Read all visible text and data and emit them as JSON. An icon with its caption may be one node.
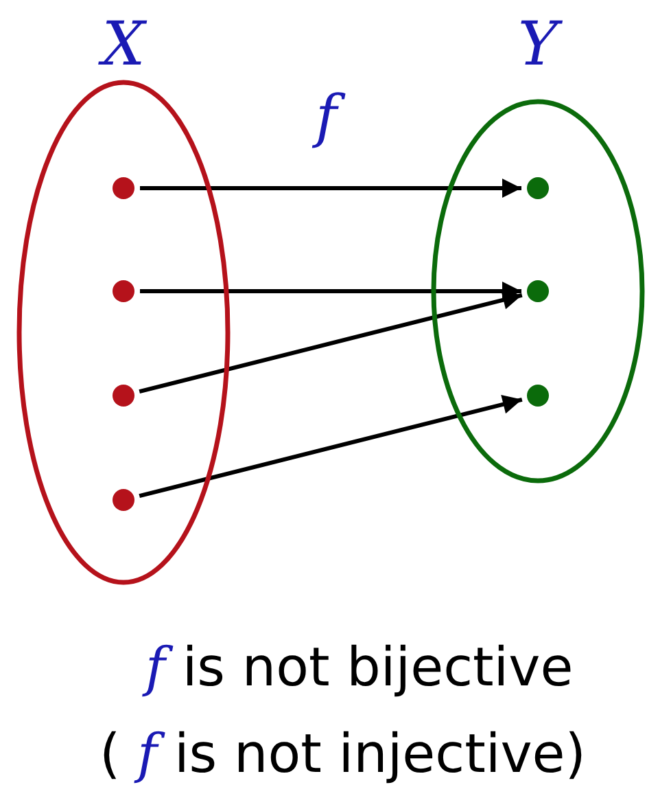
{
  "diagram": {
    "nodes": [
      {
        "text": [
          "X"
        ]
      },
      {
        "text": [],
        "shape": "circle",
        "in": 0
      },
      {
        "text": [],
        "shape": "circle",
        "in": 0
      },
      {
        "text": [],
        "shape": "circle",
        "in": 0
      },
      {
        "text": [],
        "shape": "circle",
        "in": 0
      },
      {
        "text": [
          "Y"
        ]
      },
      {
        "text": [],
        "shape": "circle",
        "in": 5
      },
      {
        "text": [],
        "shape": "circle",
        "in": 5
      },
      {
        "text": [],
        "shape": "circle",
        "in": 5
      }
    ],
    "edges": [
      {
        "from": 1,
        "to": 6,
        "arrow": "to"
      },
      {
        "from": 2,
        "to": 7,
        "arrow": "to"
      },
      {
        "from": 3,
        "to": 7,
        "arrow": "to"
      },
      {
        "from": 4,
        "to": 8,
        "arrow": "to"
      }
    ],
    "labels": [
      "f",
      "*f* is not bijective",
      "( *f* is not injective)"
    ]
  }
}
